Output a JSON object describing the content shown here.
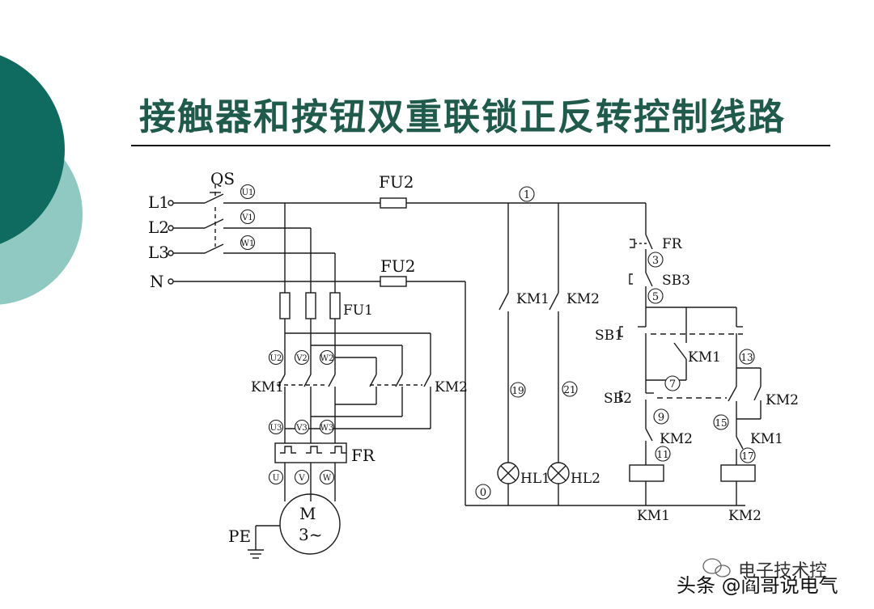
{
  "title": "接触器和按钮双重联锁正反转控制线路",
  "colors": {
    "title": "#1f5a4a",
    "accent_dark": "#0f6b60",
    "accent_light": "#8fc9c2",
    "line": "#1a1a1a"
  },
  "labels": {
    "qs": "QS",
    "l1": "L1",
    "l2": "L2",
    "l3": "L3",
    "n": "N",
    "fu2_top": "FU2",
    "fu2_mid": "FU2",
    "fu1": "FU1",
    "km1_main": "KM1",
    "km2_main": "KM2",
    "fr_main": "FR",
    "u1": "U1",
    "v1": "V1",
    "w1": "W1",
    "u2": "U2",
    "v2": "V2",
    "w2": "W2",
    "u3": "U3",
    "v3": "V3",
    "w3": "W3",
    "u": "U",
    "v": "V",
    "w": "W",
    "motor_m": "M",
    "motor_3": "3~",
    "pe": "PE",
    "node_1": "1",
    "node_0": "0",
    "node_3": "3",
    "node_5": "5",
    "node_7": "7",
    "node_9": "9",
    "node_11": "11",
    "node_13": "13",
    "node_15": "15",
    "node_17": "17",
    "node_19": "19",
    "node_21": "21",
    "km1_aux": "KM1",
    "km2_aux": "KM2",
    "hl1": "HL1",
    "hl2": "HL2",
    "fr_ctrl": "FR",
    "sb3": "SB3",
    "sb1": "SB1",
    "sb2": "SB2",
    "km1_hold": "KM1",
    "km2_hold": "KM2",
    "km2_nc": "KM2",
    "km1_nc": "KM1",
    "km1_coil": "KM1",
    "km2_coil": "KM2"
  },
  "watermark": {
    "brand": "电子技术控",
    "line": "头条 @阎哥说电气"
  }
}
